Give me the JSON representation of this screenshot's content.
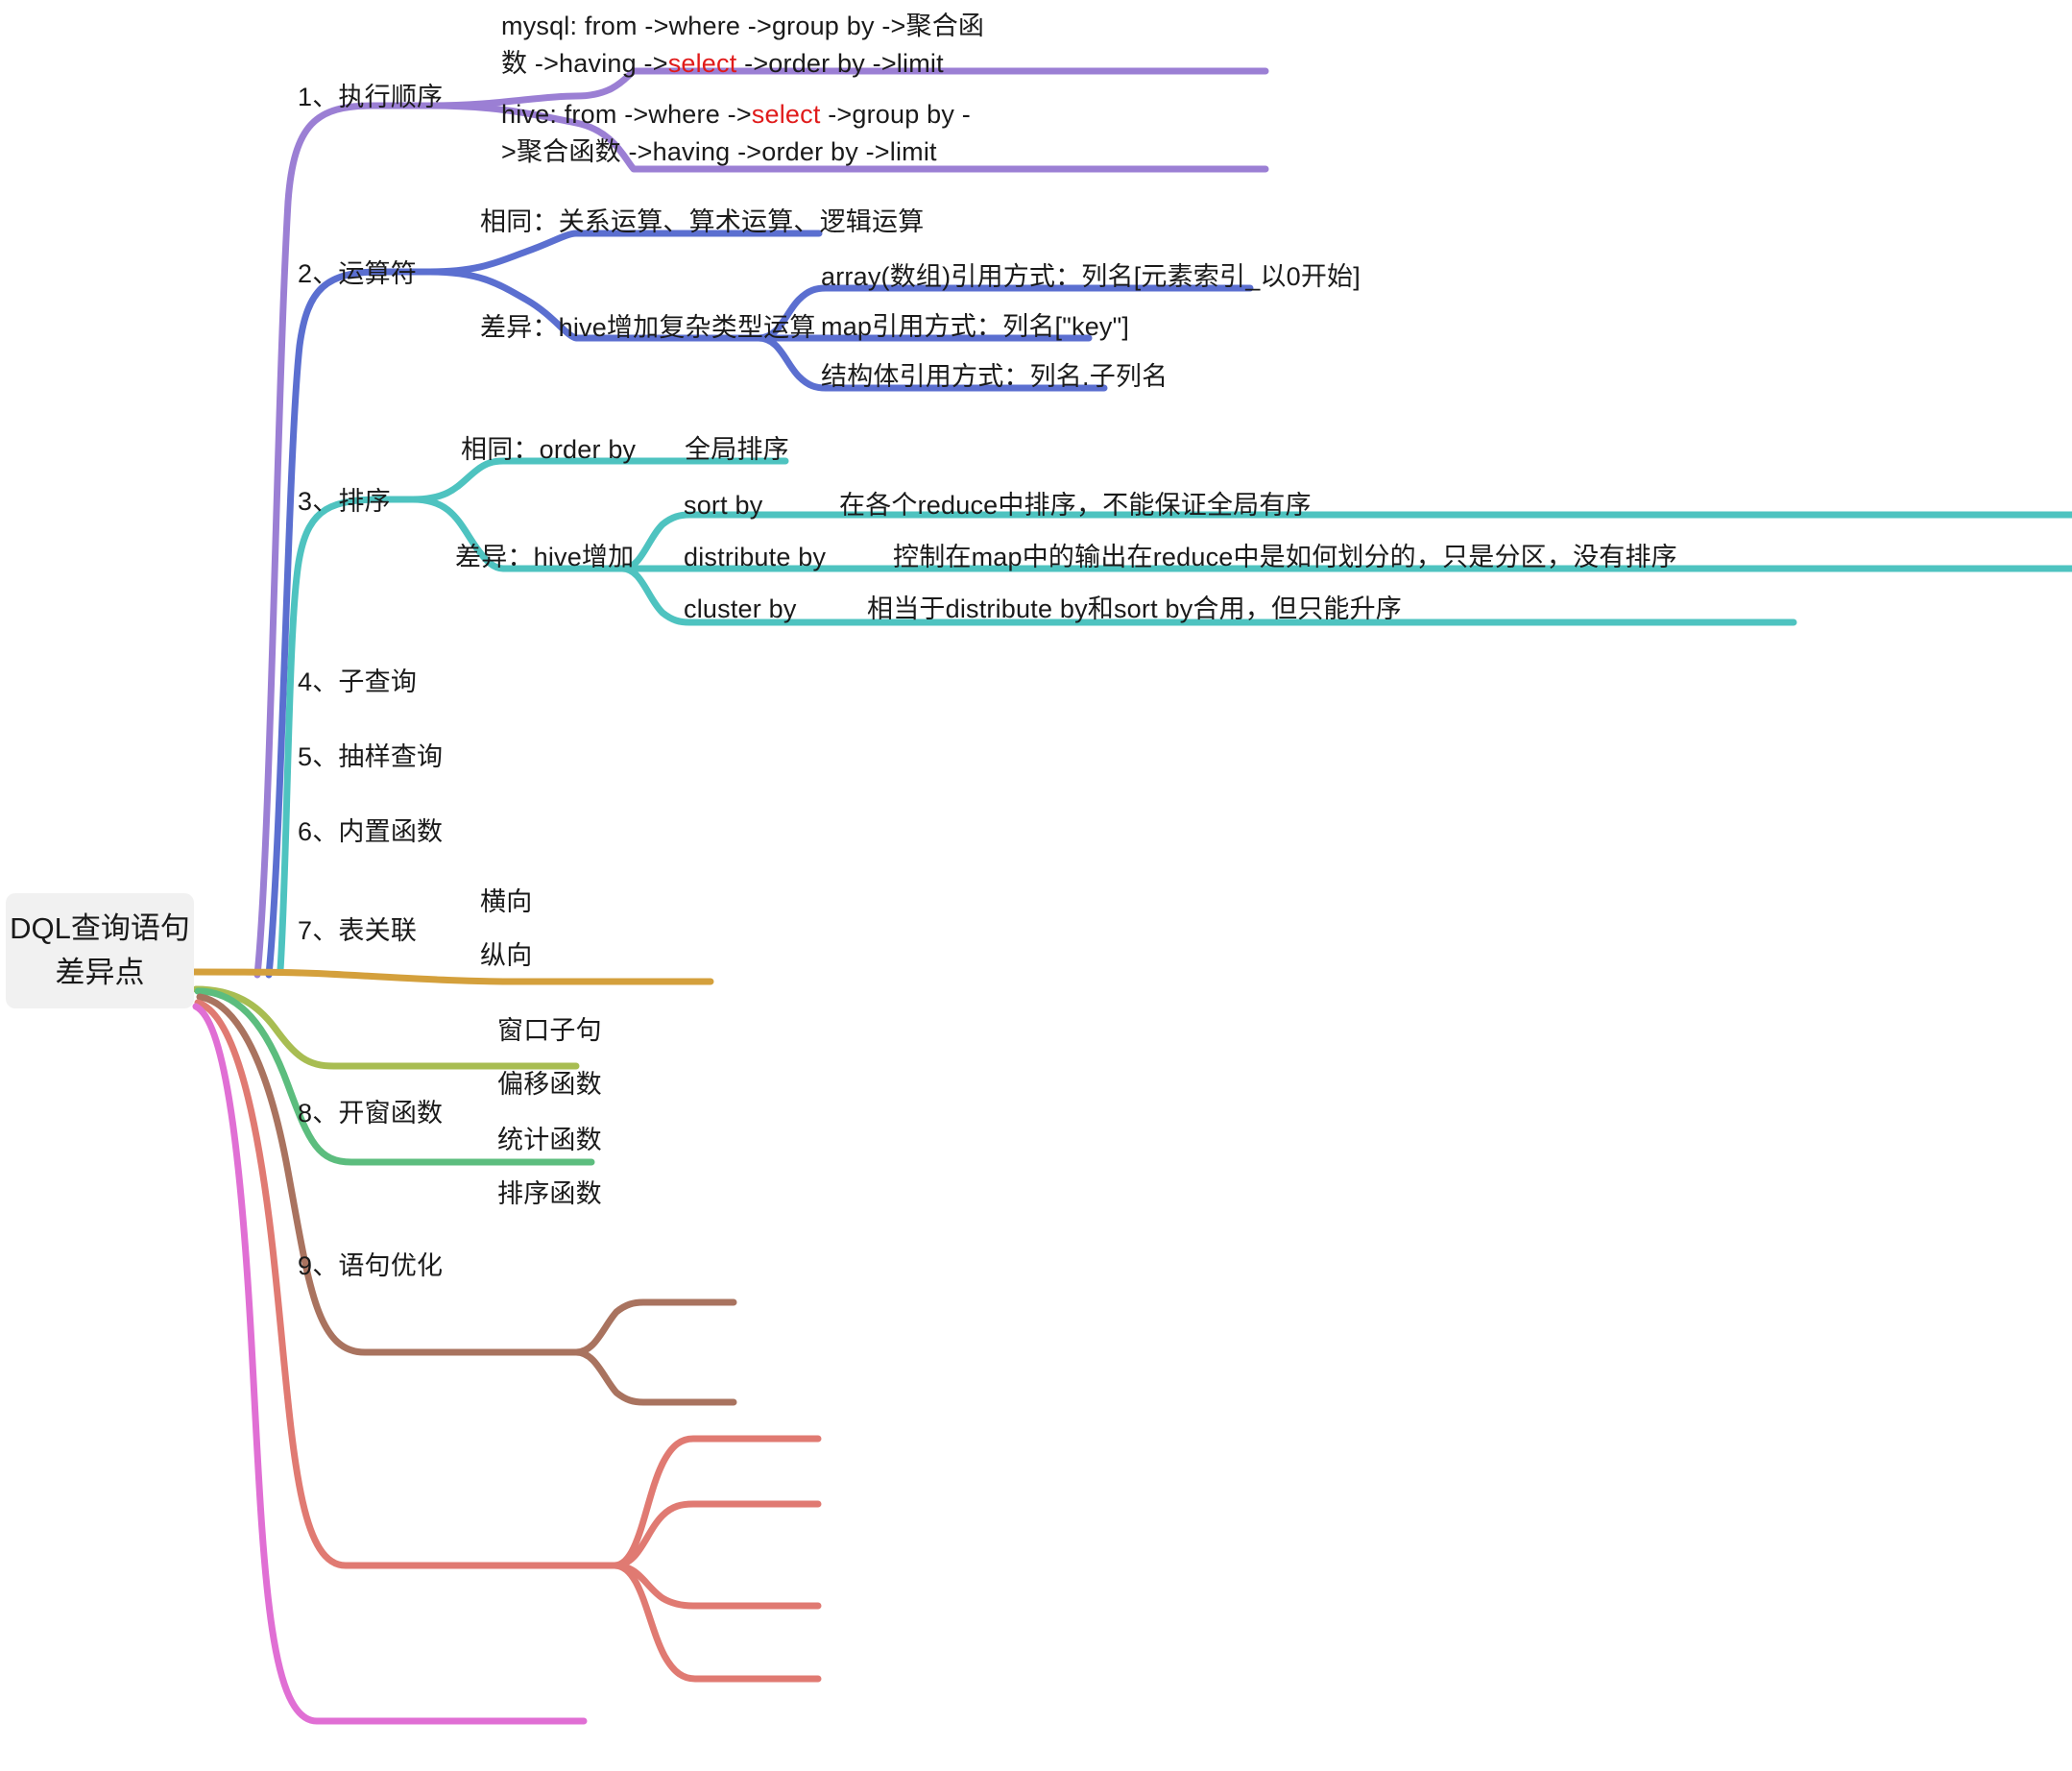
{
  "diagram": {
    "type": "mindmap",
    "background": "#ffffff",
    "root": {
      "title_line1": "DQL查询语句",
      "title_line2": "差异点",
      "bg_color": "#f1f1f1",
      "text_color": "#1a1a1a"
    },
    "branches": [
      {
        "id": "execution-order",
        "label": "1、执行顺序",
        "color": "#9b7fd4",
        "children": [
          {
            "label": "mysql: from ->where ->group by ->聚合函数 ->having ->select ->order by ->limit",
            "line1_a": "mysql: from ->where ->group by ->聚合函",
            "line2_a": "数 ->having ->",
            "highlight": "select",
            "line2_b": " ->order by ->limit"
          },
          {
            "label": "hive: from ->where ->select ->group by ->聚合函数 ->having ->order by ->limit",
            "line1_a": "hive: from ->where ->",
            "highlight": "select",
            "line1_b": " ->group by -",
            "line2": ">聚合函数 ->having ->order by ->limit"
          }
        ]
      },
      {
        "id": "operators",
        "label": "2、运算符",
        "color": "#5b6fd0",
        "children": [
          {
            "label": "相同：关系运算、算术运算、逻辑运算",
            "children": []
          },
          {
            "label": "差异：hive增加复杂类型运算",
            "children": [
              {
                "label": "array(数组)引用方式：列名[元素索引_以0开始]"
              },
              {
                "label": "map引用方式：列名[\"key\"]"
              },
              {
                "label": "结构体引用方式：列名.子列名"
              }
            ]
          }
        ]
      },
      {
        "id": "sorting",
        "label": "3、排序",
        "color": "#4ec3c0",
        "children": [
          {
            "label": "相同：order by",
            "children": [
              {
                "label": "全局排序"
              }
            ]
          },
          {
            "label": "差异：hive增加",
            "children": [
              {
                "label": "sort by",
                "desc": "在各个reduce中排序，不能保证全局有序"
              },
              {
                "label": "distribute by",
                "desc": "控制在map中的输出在reduce中是如何划分的，只是分区，没有排序"
              },
              {
                "label": "cluster by",
                "desc": "相当于distribute by和sort by合用，但只能升序"
              }
            ]
          }
        ]
      },
      {
        "id": "subquery",
        "label": "4、子查询",
        "color": "#d4a03c",
        "children": []
      },
      {
        "id": "sampling",
        "label": "5、抽样查询",
        "color": "#a8bd52",
        "children": []
      },
      {
        "id": "builtin-func",
        "label": "6、内置函数",
        "color": "#5cbd7e",
        "children": []
      },
      {
        "id": "table-join",
        "label": "7、表关联",
        "color": "#a9735f",
        "children": [
          {
            "label": "横向"
          },
          {
            "label": "纵向"
          }
        ]
      },
      {
        "id": "window-func",
        "label": "8、开窗函数",
        "color": "#e07a72",
        "children": [
          {
            "label": "窗口子句"
          },
          {
            "label": "偏移函数"
          },
          {
            "label": "统计函数"
          },
          {
            "label": "排序函数"
          }
        ]
      },
      {
        "id": "sql-optimize",
        "label": "9、语句优化",
        "color": "#e06fd4",
        "children": []
      }
    ]
  }
}
